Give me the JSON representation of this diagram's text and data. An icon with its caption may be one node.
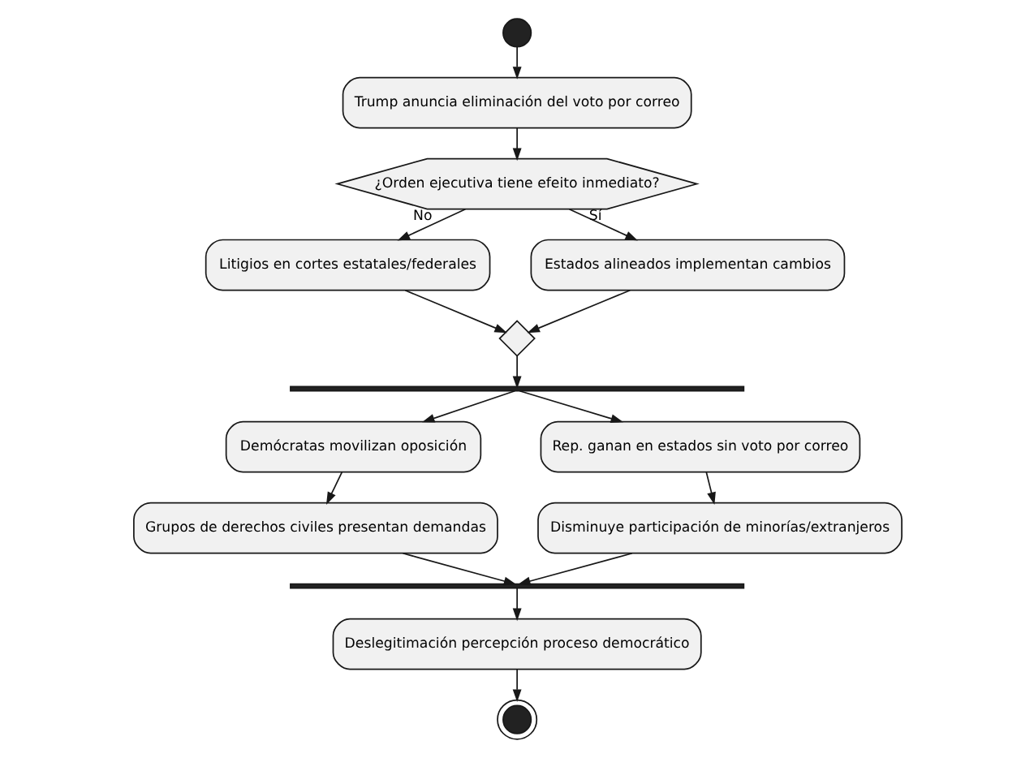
{
  "diagram": {
    "nodes": [
      {
        "text": [],
        "shape": "circle"
      },
      {
        "text": [
          "Trump anuncia eliminación del voto por correo"
        ]
      },
      {
        "text": [
          "¿Orden ejecutiva tiene efeito inmediato?"
        ]
      },
      {
        "text": [
          "Litigios en cortes estatales/federales"
        ]
      },
      {
        "text": [
          "Estados alineados implementan cambios"
        ]
      },
      {
        "text": [],
        "shape": "diamond"
      },
      {
        "text": [],
        "shape": "bar"
      },
      {
        "text": [
          "Demócratas movilizan oposición"
        ]
      },
      {
        "text": [
          "Rep. ganan en estados sin voto por correo"
        ]
      },
      {
        "text": [
          "Grupos de derechos civiles presentan demandas"
        ]
      },
      {
        "text": [
          "Disminuye participación de minorías/extranjeros"
        ]
      },
      {
        "text": [],
        "shape": "bar"
      },
      {
        "text": [
          "Deslegitimación percepción proceso democrático"
        ]
      },
      {
        "text": [],
        "shape": "circle"
      }
    ],
    "edges": [
      {
        "from": 0,
        "to": 1,
        "arrow": "to"
      },
      {
        "from": 1,
        "to": 2,
        "arrow": "to"
      },
      {
        "from": 2,
        "to": 3,
        "arrow": "to",
        "label": "No"
      },
      {
        "from": 2,
        "to": 4,
        "arrow": "to",
        "label": "Sí"
      },
      {
        "from": 3,
        "to": 5,
        "arrow": "to"
      },
      {
        "from": 4,
        "to": 5,
        "arrow": "to"
      },
      {
        "from": 5,
        "to": 6,
        "arrow": "to"
      },
      {
        "from": 6,
        "to": 7,
        "arrow": "to"
      },
      {
        "from": 6,
        "to": 8,
        "arrow": "to"
      },
      {
        "from": 7,
        "to": 9,
        "arrow": "to"
      },
      {
        "from": 8,
        "to": 10,
        "arrow": "to"
      },
      {
        "from": 9,
        "to": 11,
        "arrow": "to"
      },
      {
        "from": 10,
        "to": 11,
        "arrow": "to"
      },
      {
        "from": 11,
        "to": 12,
        "arrow": "to"
      },
      {
        "from": 12,
        "to": 13,
        "arrow": "to"
      }
    ]
  }
}
